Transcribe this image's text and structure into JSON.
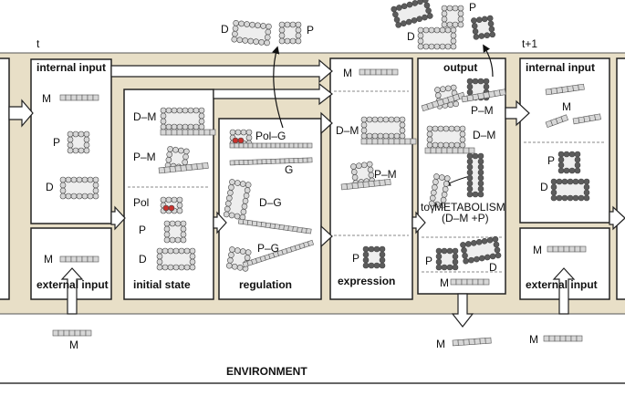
{
  "time_labels": {
    "t": "t",
    "t_next": "t+1"
  },
  "boxes": {
    "internal_input": "internal input",
    "external_input": "external input",
    "initial_state": "initial state",
    "regulation": "regulation",
    "expression": "expression",
    "output": "output",
    "next_internal_input": "internal input",
    "next_external_input": "external input"
  },
  "environment_label": "ENVIRONMENT",
  "metabolism_label": "METABOLISM",
  "metabolism_formula": "(D–M +P)",
  "to_gamma": "toγ",
  "species": {
    "M": "M",
    "P": "P",
    "D": "D",
    "DM": "D–M",
    "PM": "P–M",
    "Pol": "Pol",
    "PolG": "Pol–G",
    "G": "G",
    "DG": "D–G",
    "PG": "P–G"
  },
  "colors": {
    "band": "#e8dfc7",
    "box_border": "#222222",
    "monomer": "#d7d7d7",
    "dark_bead": "#5c5c5c",
    "pol_red": "#c8322d"
  }
}
